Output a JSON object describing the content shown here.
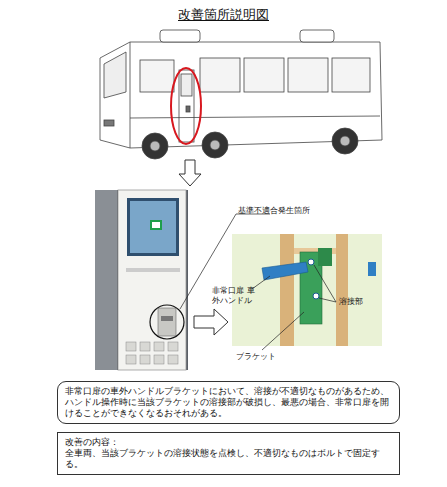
{
  "diagram": {
    "title": "改善箇所説明図",
    "nodes": [
      {
        "text": [
          "非常口扉の車外ハンドルブラケットにおいて、溶接が不適切なものがあるため、ハンドル操作時に当該ブラケットの溶接部が破損し、最悪の場合、非常口扉を開けることができなくなるおそれがある。"
        ]
      },
      {
        "text": [
          "改善の内容：",
          "全車両、当該ブラケットの溶接状態を点検し、不適切なものはボルトで固定する。"
        ]
      }
    ],
    "edges": [],
    "labels": [
      "基準不適合発生箇所",
      "非常口扉 車外ハンドル",
      "溶接部",
      "ブラケット"
    ]
  }
}
